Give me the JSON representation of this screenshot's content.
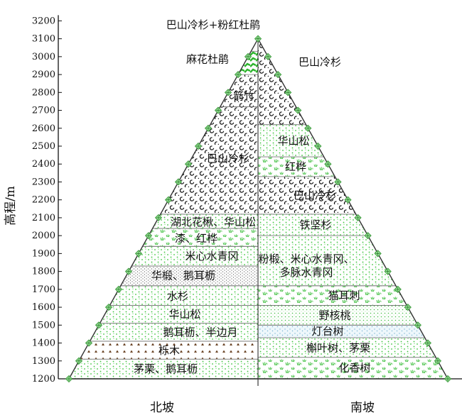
{
  "chart_data": {
    "type": "diagram",
    "ylabel": "高程/m",
    "yticks": [
      1200,
      1300,
      1400,
      1500,
      1600,
      1700,
      1800,
      1900,
      2000,
      2100,
      2200,
      2300,
      2400,
      2500,
      2600,
      2700,
      2800,
      2900,
      3000,
      3100,
      3200
    ],
    "ylim": [
      1200,
      3200
    ],
    "xcategories": [
      "北坡",
      "南坡"
    ],
    "summit_label": "巴山冷杉+粉红杜鹃",
    "north_zones": [
      {
        "name": "茅栗、鹅耳枥",
        "from": 1200,
        "to": 1310,
        "pattern": "dots-green"
      },
      {
        "name": "栎木",
        "from": 1310,
        "to": 1410,
        "pattern": "triangles-brown"
      },
      {
        "name": "鹅耳枥、半边月",
        "from": 1410,
        "to": 1510,
        "pattern": "dots-green"
      },
      {
        "name": "华山松",
        "from": 1510,
        "to": 1610,
        "pattern": "dots-green"
      },
      {
        "name": "水杉",
        "from": 1610,
        "to": 1720,
        "pattern": "dots-green"
      },
      {
        "name": "华椴、鹅耳枥",
        "from": 1720,
        "to": 1830,
        "pattern": "stipple-black"
      },
      {
        "name": "米心水青冈",
        "from": 1830,
        "to": 1940,
        "pattern": "dots-green"
      },
      {
        "name": "漆、红桦",
        "from": 1940,
        "to": 2040,
        "pattern": "grass-green"
      },
      {
        "name": "湖北花楸、华山松",
        "from": 2040,
        "to": 2120,
        "pattern": "dots-green"
      },
      {
        "name": "巴山冷杉",
        "from": 2120,
        "to": 2720,
        "pattern": "circles-black"
      },
      {
        "name": "箭竹",
        "from": 2720,
        "to": 2900,
        "pattern": "circles-black"
      },
      {
        "name": "麻花杜鹃",
        "from": 2900,
        "to": 3030,
        "pattern": "solid-green"
      }
    ],
    "south_zones": [
      {
        "name": "化香树",
        "from": 1200,
        "to": 1320,
        "pattern": "grass-green"
      },
      {
        "name": "槲叶树、茅栗",
        "from": 1320,
        "to": 1430,
        "pattern": "dots-green"
      },
      {
        "name": "灯台树",
        "from": 1430,
        "to": 1500,
        "pattern": "dots-blue"
      },
      {
        "name": "野核桃",
        "from": 1500,
        "to": 1610,
        "pattern": "grid-green"
      },
      {
        "name": "猫耳刺",
        "from": 1610,
        "to": 1720,
        "pattern": "grass-green"
      },
      {
        "name": "粉椴、米心水青冈、多脉水青冈",
        "from": 1720,
        "to": 2000,
        "pattern": "dots-green"
      },
      {
        "name": "铁坚杉",
        "from": 2000,
        "to": 2120,
        "pattern": "dots-green"
      },
      {
        "name": "巴山冷杉",
        "from": 2120,
        "to": 2330,
        "pattern": "circles-black"
      },
      {
        "name": "红桦",
        "from": 2330,
        "to": 2440,
        "pattern": "grass-green"
      },
      {
        "name": "华山松",
        "from": 2440,
        "to": 2620,
        "pattern": "dots-green"
      },
      {
        "name": "巴山冷杉",
        "from": 2620,
        "to": 3100,
        "pattern": "circles-black"
      }
    ]
  }
}
